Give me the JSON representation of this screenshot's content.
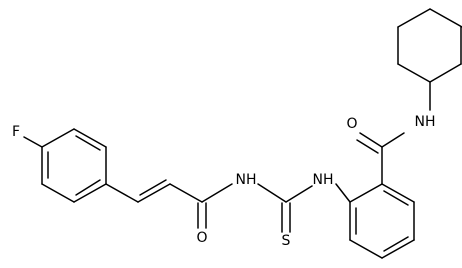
{
  "atoms": {
    "fluorine": "F",
    "amide_oxygen_left": "O",
    "amide_nh_left": "NH",
    "thiourea_nh": "NH",
    "thio_sulfur": "S",
    "amide_oxygen_right": "O",
    "amide_nh_right": "NH"
  },
  "colors": {
    "bond": "#000000",
    "label": "#000000",
    "background": "#ffffff"
  }
}
